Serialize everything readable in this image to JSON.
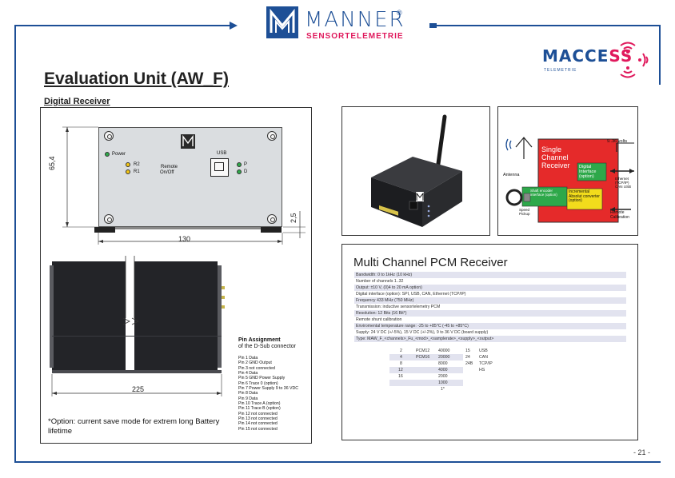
{
  "header": {
    "brand_name": "MANNER",
    "brand_registered": "®",
    "brand_subtitle": "SENSORTELEMETRIE",
    "product_logo": {
      "part1": "MACCE",
      "part2": "SS",
      "tagline": "TELEMETRIE"
    }
  },
  "page": {
    "title": "Evaluation Unit (AW_F)",
    "subtitle": "Digital Receiver",
    "number": "- 21 -"
  },
  "drawing": {
    "labels": {
      "power": "Power",
      "r2": "R2",
      "r1": "R1",
      "remote": "Remote",
      "onoff": "On/Off",
      "usb": "USB",
      "p": "P",
      "d": "D"
    },
    "dimensions": {
      "height": "65,4",
      "foot": "2,5",
      "width_front": "130",
      "width_side": "225"
    },
    "pin_assignment": {
      "title": "Pin Assignment",
      "subtitle": "of the D-Sub connector",
      "pins": [
        "Pin 1   Data",
        "Pin 2   GND Output",
        "Pin 3   not connected",
        "Pin 4   Data",
        "Pin 5   GND Power Supply",
        "Pin 6   Trace 0 (option)",
        "Pin 7   Power Supply 9 to 36 VDC",
        "Pin 8   Data",
        "Pin 9   Data",
        "Pin 10  Trace A (option)",
        "Pin 11  Trace B (option)",
        "Pin 12  not connected",
        "Pin 13  not connected",
        "Pin 14  not connected",
        "Pin 15  not connected"
      ]
    },
    "option_note": "*Option: current save mode for extrem long Battery lifetime"
  },
  "block_diagram": {
    "antenna": "Antenna",
    "single_channel": "Single Channel Receiver",
    "voltage": "9..36 volts",
    "digital_interface": "Digital Interface (option)",
    "ethernet": "Ethernet (TCP/IP) CAN USB",
    "shaft_encoder": "Shaft encoder interface (option)",
    "incremental": "Incremental Absolut converter (option)",
    "speed_pickup": "Speed Pickup",
    "remote_calibration": "Remote Calibration"
  },
  "multi_channel": {
    "title": "Multi Channel PCM Receiver",
    "specs": [
      "Bandwidth: 0 to 1kHz (10 kHz)",
      "Number of channels 1..32",
      "Output: ±10 V, (0)4 to 20 mA option)",
      "Digital interface (option): SPI, USB, CAN, Ethernet (TCP/IP)",
      "Frequency 433 MHz (750 MHz)",
      "Transmission: inductive sensortelemetry PCM",
      "Resolution: 12 Bits (16 Bit*)",
      "Remote shunt calibration",
      "Enviromental temperature range: -25 to +85°C (-45 to +85°C)",
      "Supply: 24 V DC (+/-5%), 15 V DC (+/-2%), 9 to 36 V DC (board supply)",
      "Type: MAW_F_<channels>_Fu_<mod>_<samplerate>_<supply>_<output>"
    ],
    "table": [
      [
        "2",
        "PCM12",
        "40000",
        "15",
        "USB"
      ],
      [
        "4",
        "PCM16",
        "20000",
        "24",
        "CAN"
      ],
      [
        "8",
        "",
        "8000",
        "24B",
        "TCP/IP"
      ],
      [
        "12",
        "",
        "4000",
        "",
        "HS"
      ],
      [
        "16",
        "",
        "2000",
        "",
        ""
      ],
      [
        "",
        "",
        "1000",
        "",
        ""
      ],
      [
        "",
        "",
        "1*",
        "",
        ""
      ]
    ]
  }
}
